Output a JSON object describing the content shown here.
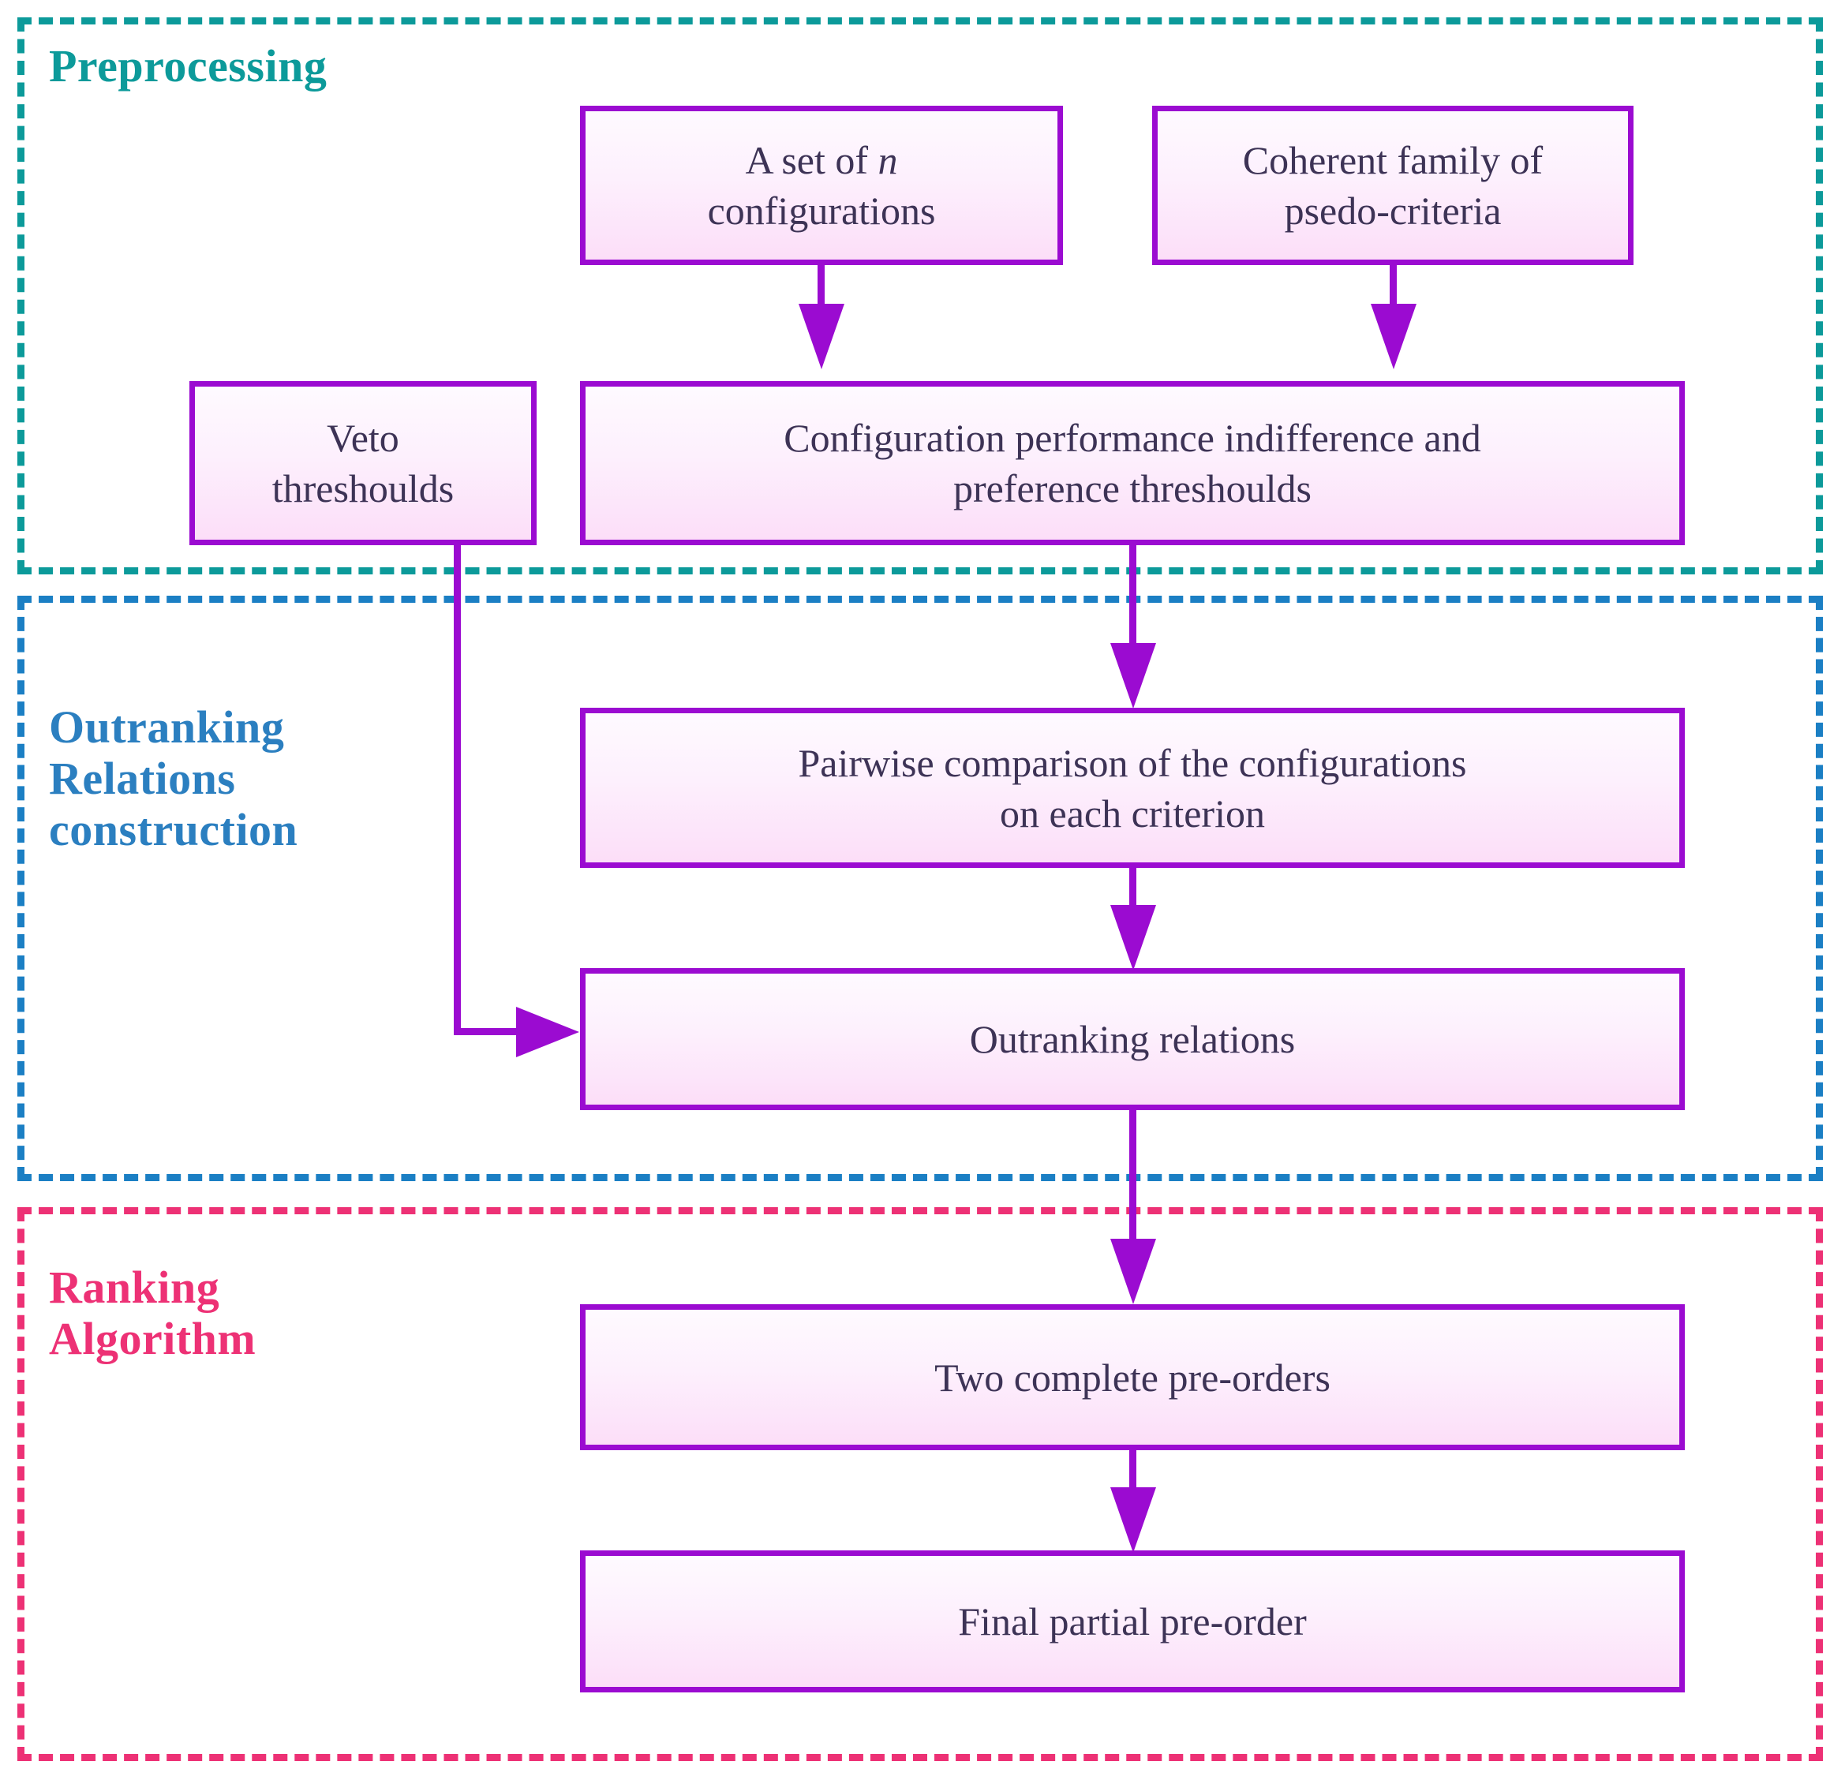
{
  "diagram": {
    "title": "Multi-criteria outranking ranking methodology flowchart",
    "colors": {
      "preprocessing_accent": "#0c9a9a",
      "outranking_accent": "#2b7fc0",
      "ranking_accent": "#ed3175",
      "box_border": "#9b0bd1",
      "box_fill_top": "#fefaff",
      "box_fill_bottom": "#fcdef8",
      "box_text": "#3d3356",
      "connector": "#9b0bd1"
    }
  },
  "sections": {
    "preprocessing": {
      "label": "Preprocessing"
    },
    "outranking": {
      "label": "Outranking\nRelations\nconstruction"
    },
    "ranking": {
      "label": "Ranking\nAlgorithm"
    }
  },
  "nodes": {
    "configs": {
      "label": "A set of n\nconfigurations",
      "italic_token": "n"
    },
    "criteria": {
      "label": "Coherent family of\npsedo-criteria"
    },
    "veto": {
      "label": "Veto\nthreshoulds"
    },
    "thresholds": {
      "label": "Configuration performance indifference and\npreference threshoulds"
    },
    "pairwise": {
      "label": "Pairwise comparison of the configurations\non each criterion"
    },
    "outranking_relations": {
      "label": "Outranking relations"
    },
    "preorders": {
      "label": "Two complete pre-orders"
    },
    "final": {
      "label": "Final partial pre-order"
    }
  },
  "edges": [
    {
      "from": "configs",
      "to": "thresholds",
      "kind": "arrow-down"
    },
    {
      "from": "criteria",
      "to": "thresholds",
      "kind": "arrow-down"
    },
    {
      "from": "thresholds",
      "to": "pairwise",
      "kind": "arrow-down"
    },
    {
      "from": "pairwise",
      "to": "outranking_relations",
      "kind": "arrow-down"
    },
    {
      "from": "veto",
      "to": "outranking_relations",
      "kind": "elbow-arrow-right"
    },
    {
      "from": "outranking_relations",
      "to": "preorders",
      "kind": "arrow-down"
    },
    {
      "from": "preorders",
      "to": "final",
      "kind": "arrow-down"
    }
  ]
}
